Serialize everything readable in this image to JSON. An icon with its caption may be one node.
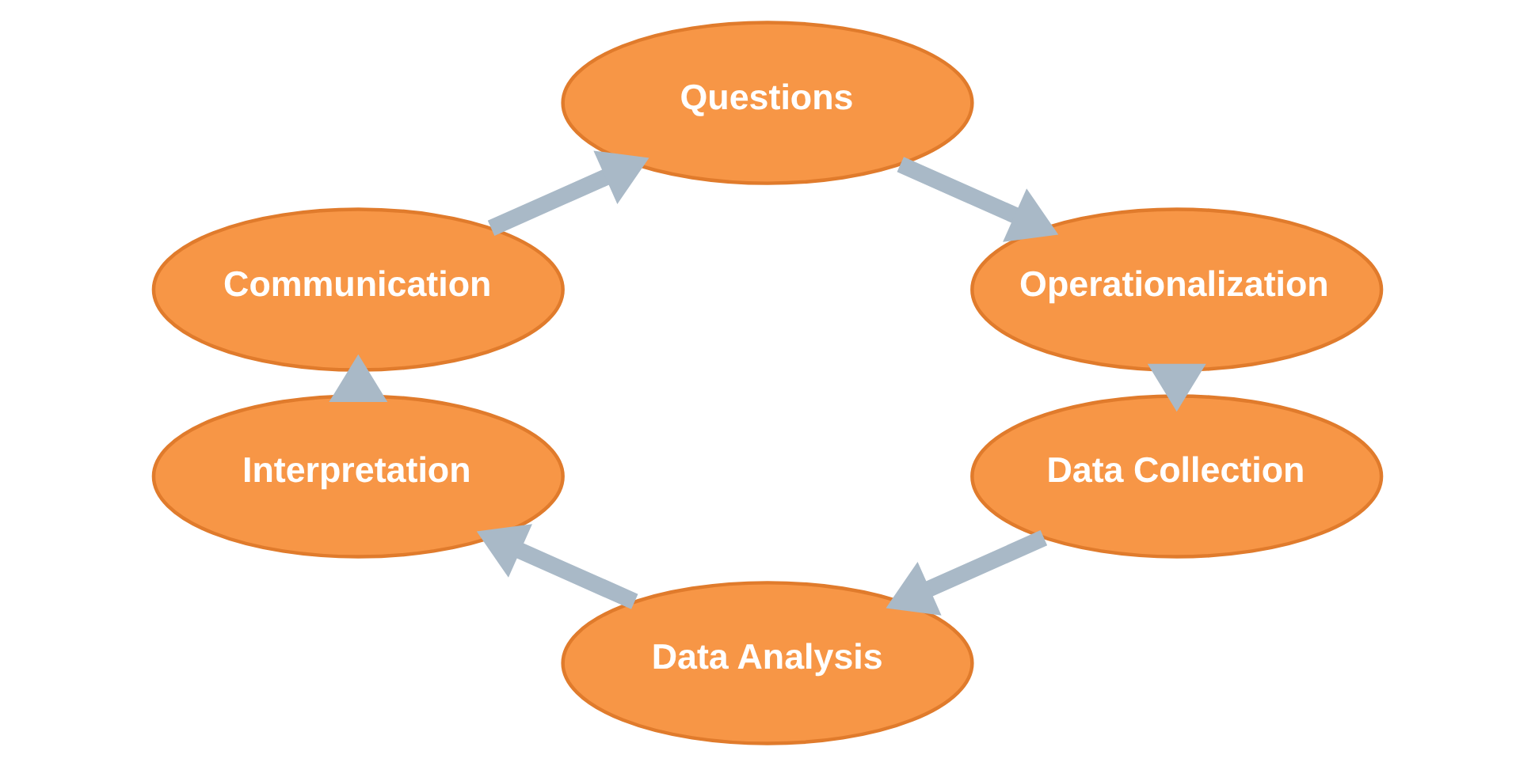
{
  "diagram": {
    "nodes": [
      {
        "text": [
          "Communication"
        ]
      },
      {
        "text": [
          "Questions"
        ]
      },
      {
        "text": [
          "Operationalization"
        ]
      },
      {
        "text": [
          "Data Collection"
        ]
      },
      {
        "text": [
          "Data Analysis"
        ]
      },
      {
        "text": [
          "Interpretation"
        ]
      }
    ],
    "edges": [
      {
        "from": 0,
        "to": 1,
        "arrow": "to"
      },
      {
        "from": 1,
        "to": 2,
        "arrow": "to"
      },
      {
        "from": 2,
        "to": 3,
        "arrow": "to"
      },
      {
        "from": 3,
        "to": 4,
        "arrow": "to"
      },
      {
        "from": 4,
        "to": 5,
        "arrow": "to"
      },
      {
        "from": 5,
        "to": 0,
        "arrow": "to"
      }
    ]
  }
}
